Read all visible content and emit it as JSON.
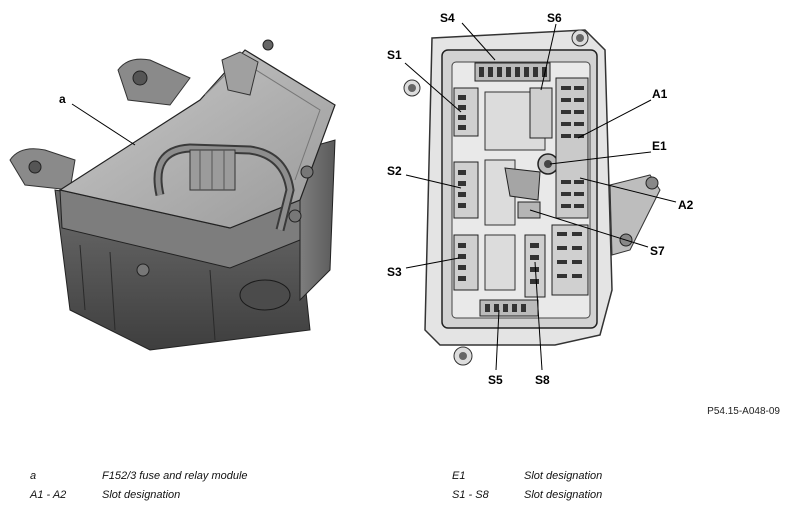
{
  "callouts": {
    "a": "a",
    "s1": "S1",
    "s2": "S2",
    "s3": "S3",
    "s4": "S4",
    "s5": "S5",
    "s6": "S6",
    "s7": "S7",
    "s8": "S8",
    "a1": "A1",
    "a2": "A2",
    "e1": "E1"
  },
  "figure_code": "P54.15-A048-09",
  "legend": [
    {
      "key": "a",
      "desc": "F152/3 fuse and relay module"
    },
    {
      "key": "A1 - A2",
      "desc": "Slot designation"
    },
    {
      "key": "E1",
      "desc": "Slot designation"
    },
    {
      "key": "S1 - S8",
      "desc": "Slot designation"
    }
  ]
}
